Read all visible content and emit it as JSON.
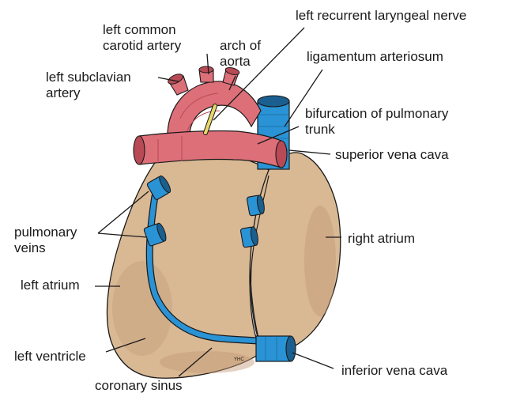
{
  "labels": {
    "left_common_carotid_artery": "left common\ncarotid artery",
    "arch_of_aorta": "arch of\naorta",
    "left_recurrent_laryngeal_nerve": "left recurrent laryngeal nerve",
    "ligamentum_arteriosum": "ligamentum arteriosum",
    "left_subclavian_artery": "left subclavian\nartery",
    "bifurcation_of_pulmonary_trunk": "bifurcation of pulmonary\ntrunk",
    "superior_vena_cava": "superior vena cava",
    "pulmonary_veins": "pulmonary\nveins",
    "right_atrium": "right atrium",
    "left_atrium": "left atrium",
    "left_ventricle": "left ventricle",
    "inferior_vena_cava": "inferior vena cava",
    "coronary_sinus": "coronary sinus",
    "artist_initials": "YHC"
  },
  "colors": {
    "heart_tissue": "#d9b894",
    "heart_shadow": "#c49a76",
    "artery_red": "#dd6f78",
    "artery_dark": "#b84a55",
    "vein_blue": "#2a93d5",
    "vein_dark": "#1a5f8f",
    "nerve_yellow": "#e8d86a",
    "line": "#1a1a1a"
  }
}
